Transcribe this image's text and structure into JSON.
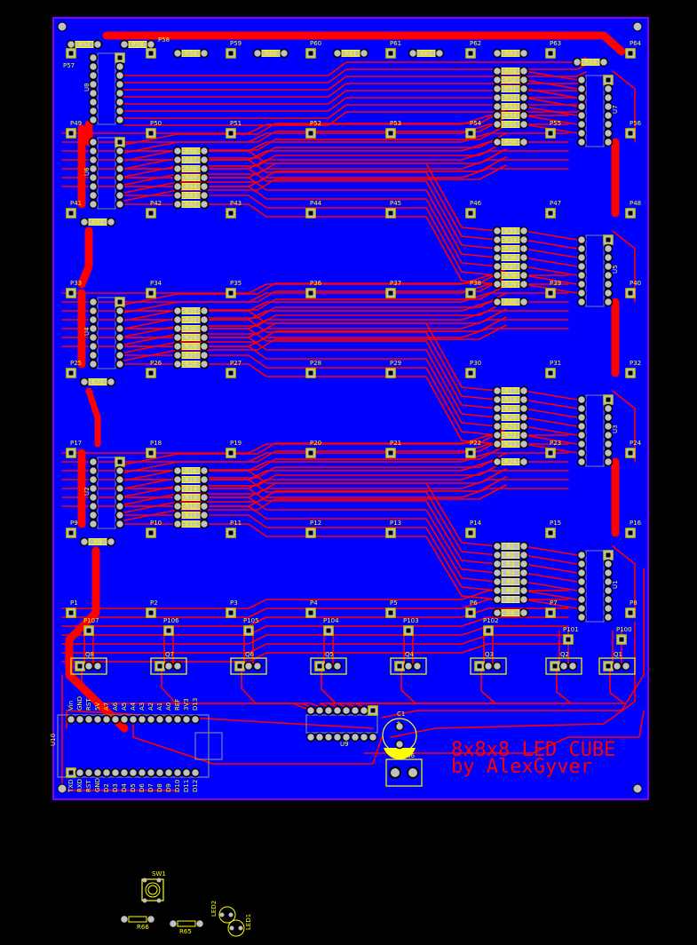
{
  "board": {
    "title_line1": "8x8x8 LED CUBE",
    "title_line2": "by AlexGyver",
    "colors": {
      "background": "#000000",
      "copper_bottom": "#0000ff",
      "copper_top": "#ff0000",
      "silkscreen": "#ffff00",
      "pad": "#c0c0c0",
      "outline": "#8000ff"
    }
  },
  "pad_rows": [
    [
      "P1",
      "P2",
      "P3",
      "P4",
      "P5",
      "P6",
      "P7",
      "P8"
    ],
    [
      "P9",
      "P10",
      "P11",
      "P12",
      "P13",
      "P14",
      "P15",
      "P16"
    ],
    [
      "P17",
      "P18",
      "P19",
      "P20",
      "P21",
      "P22",
      "P23",
      "P24"
    ],
    [
      "P25",
      "P26",
      "P27",
      "P28",
      "P29",
      "P30",
      "P31",
      "P32"
    ],
    [
      "P33",
      "P34",
      "P35",
      "P36",
      "P37",
      "P38",
      "P39",
      "P40"
    ],
    [
      "P41",
      "P42",
      "P43",
      "P44",
      "P45",
      "P46",
      "P47",
      "P48"
    ],
    [
      "P49",
      "P50",
      "P51",
      "P52",
      "P53",
      "P54",
      "P55",
      "P56"
    ],
    [
      "P57",
      "P58",
      "P59",
      "P60",
      "P61",
      "P62",
      "P63",
      "P64"
    ]
  ],
  "resistors": {
    "left_groups": [
      {
        "stack": [
          "R48",
          "R47",
          "R46",
          "R45",
          "R44",
          "R43",
          "R42"
        ],
        "single": "R41"
      },
      {
        "stack": [
          "R32",
          "R31",
          "R30",
          "R29",
          "R28",
          "R27",
          "R26"
        ],
        "single": "R25"
      },
      {
        "stack": [
          "R16",
          "R15",
          "R14",
          "R13",
          "R12",
          "R11",
          "R10"
        ],
        "single": "R9"
      }
    ],
    "right_groups": [
      {
        "stack": [
          "R49",
          "R50",
          "R51",
          "R52",
          "R53",
          "R54",
          "R55"
        ],
        "single": "R56"
      },
      {
        "stack": [
          "R33",
          "R34",
          "R35",
          "R36",
          "R37",
          "R38",
          "R39"
        ],
        "single": "R40"
      },
      {
        "stack": [
          "R17",
          "R18",
          "R19",
          "R20",
          "R21",
          "R22",
          "R23"
        ],
        "single": "R24"
      },
      {
        "stack": [
          "R1",
          "R2",
          "R3",
          "R4",
          "R5",
          "R6",
          "R7"
        ],
        "single": "R8"
      }
    ],
    "top_row": [
      "R57",
      "R58",
      "R59",
      "R60",
      "R61",
      "R62",
      "R63",
      "R64"
    ]
  },
  "ics": {
    "left": [
      "U8",
      "U6",
      "U4",
      "U2"
    ],
    "right": [
      "U7",
      "U5",
      "U3",
      "U1"
    ],
    "driver": "U9",
    "arduino": "U10"
  },
  "transistors": [
    {
      "q": "Q1",
      "p": "P100"
    },
    {
      "q": "Q2",
      "p": "P101"
    },
    {
      "q": "Q3",
      "p": "P102"
    },
    {
      "q": "Q4",
      "p": "P103"
    },
    {
      "q": "Q5",
      "p": "P104"
    },
    {
      "q": "Q6",
      "p": "P105"
    },
    {
      "q": "Q7",
      "p": "P106"
    },
    {
      "q": "Q8",
      "p": "P107"
    }
  ],
  "arduino_pins_top": [
    "Vin",
    "GND",
    "RST",
    "5V",
    "A7",
    "A6",
    "A5",
    "A4",
    "A3",
    "A2",
    "A1",
    "A0",
    "REF",
    "3V3",
    "D13"
  ],
  "arduino_pins_bottom": [
    "TXD",
    "RXD",
    "RST",
    "GND",
    "D2",
    "D3",
    "D4",
    "D5",
    "D6",
    "D7",
    "D8",
    "D9",
    "D10",
    "D11",
    "D12"
  ],
  "misc": {
    "c1": "C1",
    "c1_polarity": "+",
    "p66": "P66",
    "sw1": "SW1",
    "r65": "R65",
    "r66": "R66",
    "led1": "LED1",
    "led2": "LED2"
  }
}
